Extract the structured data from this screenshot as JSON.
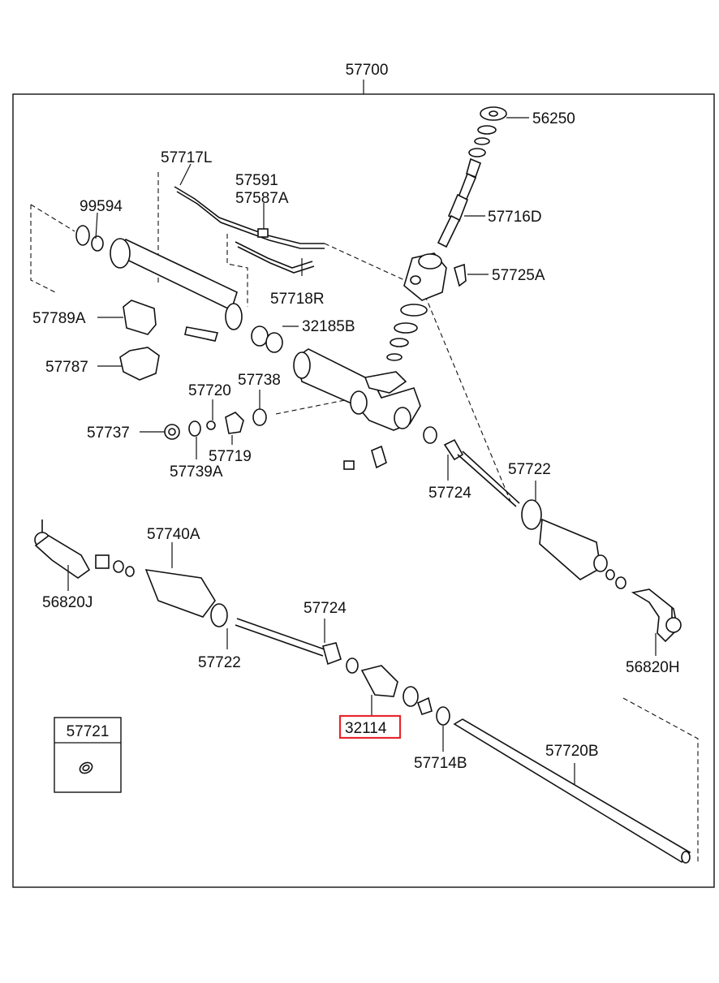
{
  "diagram": {
    "assembly_label": "57700",
    "highlighted_part": "32114",
    "highlight_color": "#e8262c",
    "callouts": {
      "p56250": "56250",
      "p57716D": "57716D",
      "p57717L": "57717L",
      "p57591": "57591",
      "p57587A": "57587A",
      "p99594": "99594",
      "p57725A": "57725A",
      "p57718R": "57718R",
      "p57789A": "57789A",
      "p32185B": "32185B",
      "p57787": "57787",
      "p57720": "57720",
      "p57738": "57738",
      "p57737": "57737",
      "p57719": "57719",
      "p57739A": "57739A",
      "p57722_upper": "57722",
      "p57724_upper": "57724",
      "p57740A": "57740A",
      "p56820J": "56820J",
      "p57724_lower": "57724",
      "p57722_lower": "57722",
      "p56820H": "56820H",
      "p32114": "32114",
      "p57714B": "57714B",
      "p57720B": "57720B"
    },
    "inset": {
      "label": "57721"
    }
  }
}
